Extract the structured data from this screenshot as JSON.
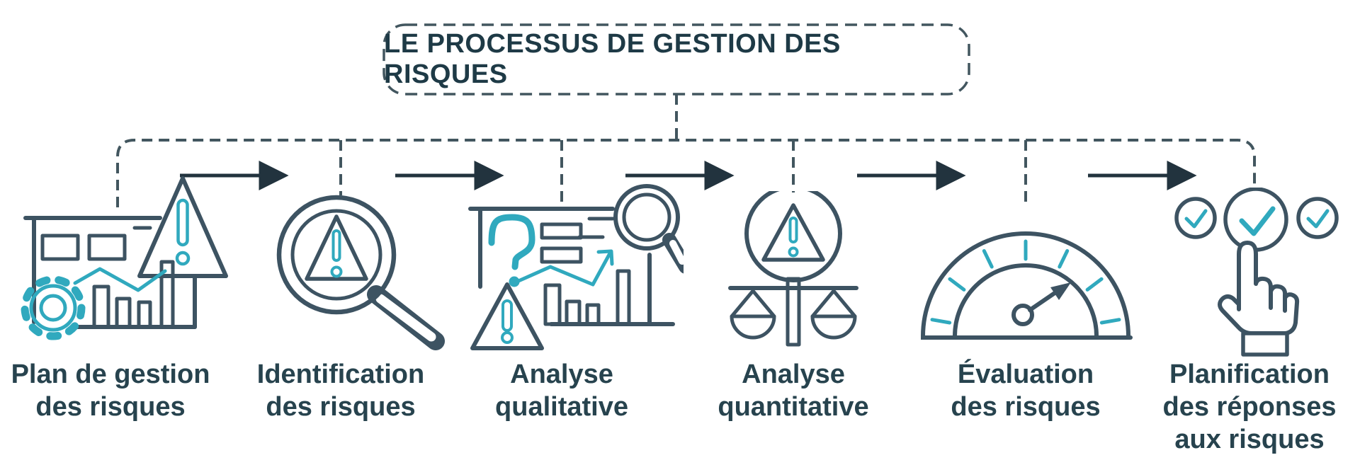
{
  "title": "LE PROCESSUS DE GESTION DES RISQUES",
  "steps": [
    {
      "id": "plan-de-gestion",
      "lines": [
        "Plan de gestion",
        "des risques"
      ],
      "icon": "dashboard-gear-warning-icon"
    },
    {
      "id": "identification",
      "lines": [
        "Identification",
        "des risques"
      ],
      "icon": "magnifier-warning-icon"
    },
    {
      "id": "analyse-qualitative",
      "lines": [
        "Analyse",
        "qualitative"
      ],
      "icon": "chart-question-magnifier-icon"
    },
    {
      "id": "analyse-quantitative",
      "lines": [
        "Analyse",
        "quantitative"
      ],
      "icon": "balance-warning-icon"
    },
    {
      "id": "evaluation",
      "lines": [
        "Évaluation",
        "des risques"
      ],
      "icon": "gauge-icon"
    },
    {
      "id": "planification-reponses",
      "lines": [
        "Planification",
        "des réponses",
        "aux risques"
      ],
      "icon": "hand-checkmarks-icon"
    }
  ],
  "glyphs": {
    "question_mark": "?"
  },
  "colors": {
    "dark_stroke": "#3d5362",
    "teal_accent": "#30a9be",
    "connector": "#42565f",
    "arrow": "#22333e",
    "title_text": "#1e3a46",
    "label_text": "#27434e",
    "background": "#ffffff"
  }
}
